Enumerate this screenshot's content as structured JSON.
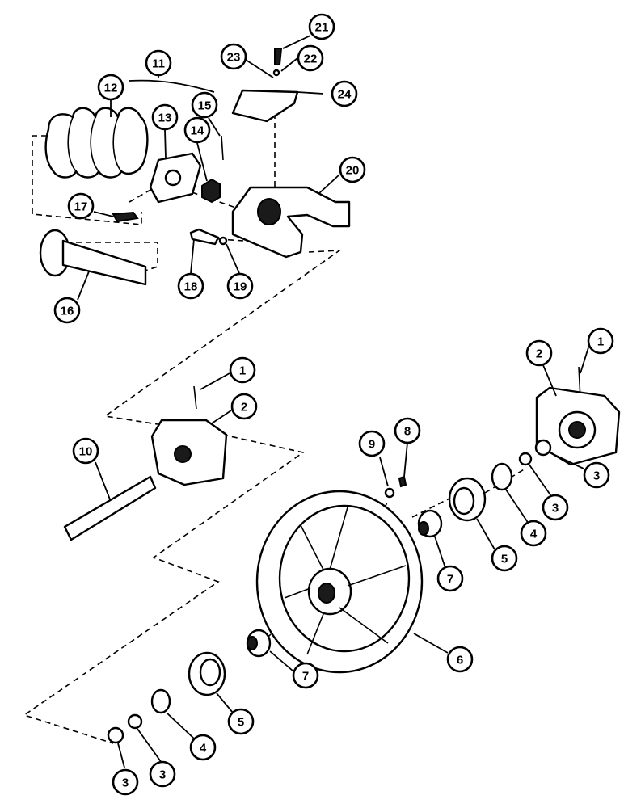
{
  "callouts": [
    {
      "id": "c11",
      "label": "11"
    },
    {
      "id": "c12",
      "label": "12"
    },
    {
      "id": "c13",
      "label": "13"
    },
    {
      "id": "c14",
      "label": "14"
    },
    {
      "id": "c15",
      "label": "15"
    },
    {
      "id": "c16",
      "label": "16"
    },
    {
      "id": "c17",
      "label": "17"
    },
    {
      "id": "c18",
      "label": "18"
    },
    {
      "id": "c19",
      "label": "19"
    },
    {
      "id": "c20",
      "label": "20"
    },
    {
      "id": "c21",
      "label": "21"
    },
    {
      "id": "c22",
      "label": "22"
    },
    {
      "id": "c23",
      "label": "23"
    },
    {
      "id": "c24",
      "label": "24"
    },
    {
      "id": "c1a",
      "label": "1"
    },
    {
      "id": "c2a",
      "label": "2"
    },
    {
      "id": "c10",
      "label": "10"
    },
    {
      "id": "c1b",
      "label": "1"
    },
    {
      "id": "c2b",
      "label": "2"
    },
    {
      "id": "c9",
      "label": "9"
    },
    {
      "id": "c8",
      "label": "8"
    },
    {
      "id": "c3a",
      "label": "3"
    },
    {
      "id": "c3b",
      "label": "3"
    },
    {
      "id": "c4a",
      "label": "4"
    },
    {
      "id": "c5a",
      "label": "5"
    },
    {
      "id": "c7a",
      "label": "7"
    },
    {
      "id": "c6",
      "label": "6"
    },
    {
      "id": "c7b",
      "label": "7"
    },
    {
      "id": "c5b",
      "label": "5"
    },
    {
      "id": "c4b",
      "label": "4"
    },
    {
      "id": "c3c",
      "label": "3"
    },
    {
      "id": "c3d",
      "label": "3"
    }
  ]
}
